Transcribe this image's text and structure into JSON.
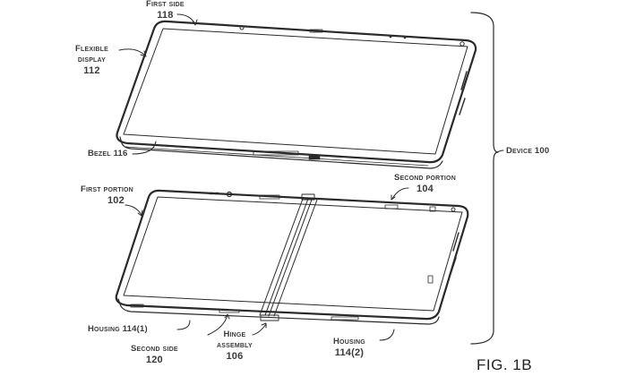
{
  "figure": {
    "title": "FIG. 1B",
    "labels": {
      "first_side": {
        "text": "First side",
        "ref": "118"
      },
      "flexible_display": {
        "text1": "Flexible",
        "text2": "display",
        "ref": "112"
      },
      "bezel": {
        "text": "Bezel 116"
      },
      "first_portion": {
        "text": "First portion",
        "ref": "102"
      },
      "second_portion": {
        "text": "Second portion",
        "ref": "104"
      },
      "device": {
        "text": "Device 100"
      },
      "housing_1": {
        "text": "Housing 114(1)"
      },
      "second_side": {
        "text": "Second side",
        "ref": "120"
      },
      "hinge_assembly": {
        "text1": "Hinge",
        "text2": "assembly",
        "ref": "106"
      },
      "housing_2": {
        "text": "Housing",
        "ref": "114(2)"
      }
    },
    "line_color": "#2a2a2a"
  }
}
